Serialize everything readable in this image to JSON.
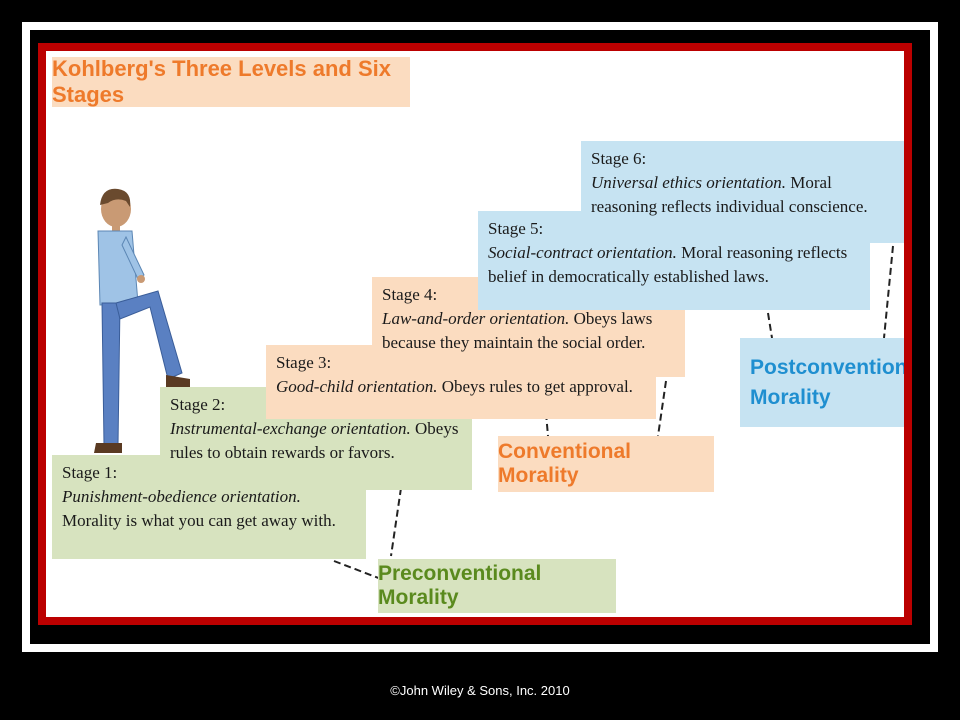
{
  "title": "Kohlberg's Three Levels and Six Stages",
  "stages": [
    {
      "label": "Stage 1:",
      "orientation": "Punishment-obedience orientation.",
      "desc_after": "",
      "desc_line": "Morality is what you can get away with."
    },
    {
      "label": "Stage 2:",
      "orientation": "Instrumental-exchange orientation.",
      "desc_after": " Obeys",
      "desc_line": "rules to obtain rewards or favors."
    },
    {
      "label": "Stage 3:",
      "orientation": "Good-child orientation.",
      "desc_after": " Obeys rules to get approval.",
      "desc_line": ""
    },
    {
      "label": "Stage 4:",
      "orientation": "Law-and-order orientation.",
      "desc_after": " Obeys laws",
      "desc_line": "because they maintain the social order."
    },
    {
      "label": "Stage 5:",
      "orientation": "Social-contract orientation.",
      "desc_after": " Moral reasoning reflects",
      "desc_line": "belief in democratically established laws."
    },
    {
      "label": "Stage 6:",
      "orientation": "Universal ethics orientation.",
      "desc_after": " Moral",
      "desc_line": "reasoning reflects individual conscience."
    }
  ],
  "levels": {
    "preconventional": "Preconventional Morality",
    "conventional": "Conventional Morality",
    "postconventional_line1": "Postconventional",
    "postconventional_line2": "Morality"
  },
  "colors": {
    "green_box": "#d7e3bf",
    "orange_box": "#fbdcc0",
    "blue_box": "#c6e3f2",
    "green_text": "#5a8a1e",
    "orange_text": "#ee7a2b",
    "blue_text": "#1f8fd0"
  },
  "copyright": "©John Wiley & Sons, Inc. 2010"
}
